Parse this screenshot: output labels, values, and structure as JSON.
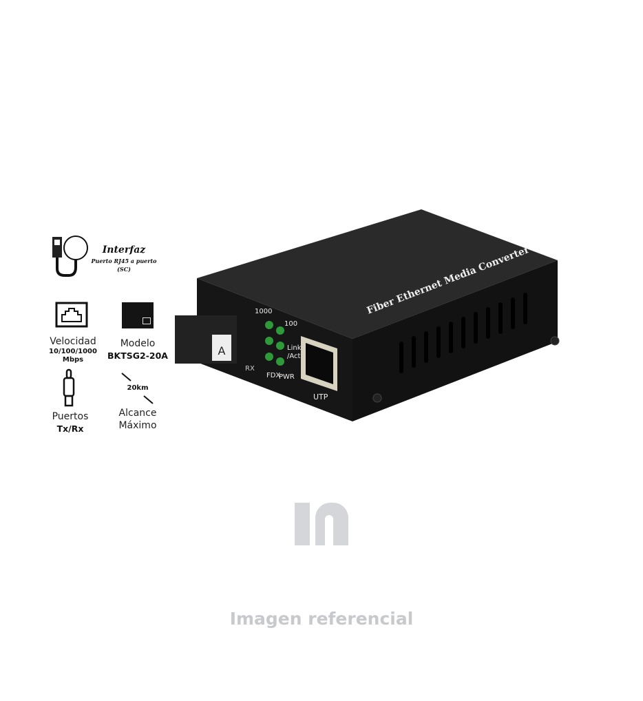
{
  "features": {
    "interface": {
      "title": "Interfaz",
      "detail_line1": "Puerto RJ45 a puerto",
      "detail_line2": "(SC)",
      "icon": "ethernet-cable-icon"
    },
    "speed": {
      "label": "Velocidad",
      "value_line1": "10/100/1000",
      "value_line2": "Mbps",
      "icon": "rj45-port-icon"
    },
    "model": {
      "label": "Modelo",
      "value": "BKTSG2-20A",
      "icon": "device-thumbnail-icon"
    },
    "ports": {
      "label": "Puertos",
      "value": "Tx/Rx",
      "icon": "fiber-connector-icon"
    },
    "range": {
      "value": "20km",
      "label_line1": "Alcance",
      "label_line2": "Máximo",
      "icon": "distance-icon"
    }
  },
  "device": {
    "top_label": "Fiber Ethernet Media Converter",
    "led_1000": "1000",
    "led_100": "100",
    "led_link_1": "Link",
    "led_link_2": "/Act",
    "led_fdx": "FDX",
    "led_pwr": "PWR",
    "port_label": "UTP",
    "fiber_port_label": "A",
    "rx_label": "RX",
    "body_color": "#1c1c1c",
    "led_color": "#2e9a3a"
  },
  "watermark": {
    "logo": "in"
  },
  "caption": "Imagen referencial"
}
